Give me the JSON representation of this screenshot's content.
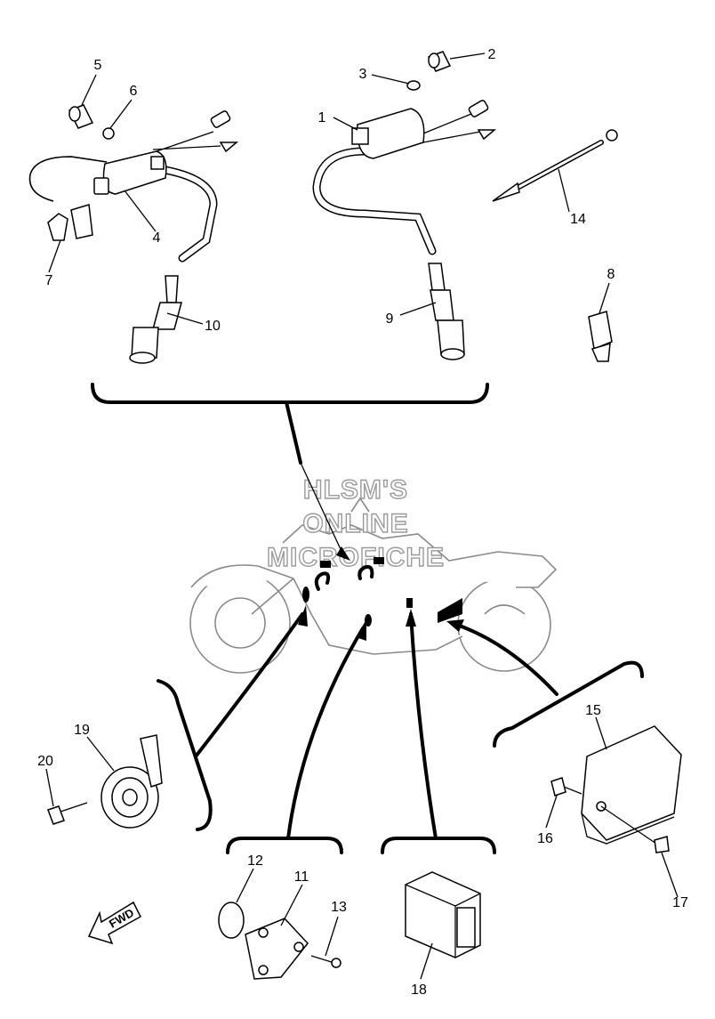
{
  "watermark": {
    "line1": "HLSM'S",
    "line2": "ONLINE",
    "line3": "MICROFICHE"
  },
  "direction_marker": {
    "label": "FWD",
    "icon": "arrow-forward-icon"
  },
  "callouts": [
    {
      "label": "1"
    },
    {
      "label": "2"
    },
    {
      "label": "3"
    },
    {
      "label": "4"
    },
    {
      "label": "5"
    },
    {
      "label": "6"
    },
    {
      "label": "7"
    },
    {
      "label": "8"
    },
    {
      "label": "9"
    },
    {
      "label": "10"
    },
    {
      "label": "11"
    },
    {
      "label": "12"
    },
    {
      "label": "13"
    },
    {
      "label": "14"
    },
    {
      "label": "15"
    },
    {
      "label": "16"
    },
    {
      "label": "17"
    },
    {
      "label": "18"
    },
    {
      "label": "19"
    },
    {
      "label": "20"
    }
  ]
}
